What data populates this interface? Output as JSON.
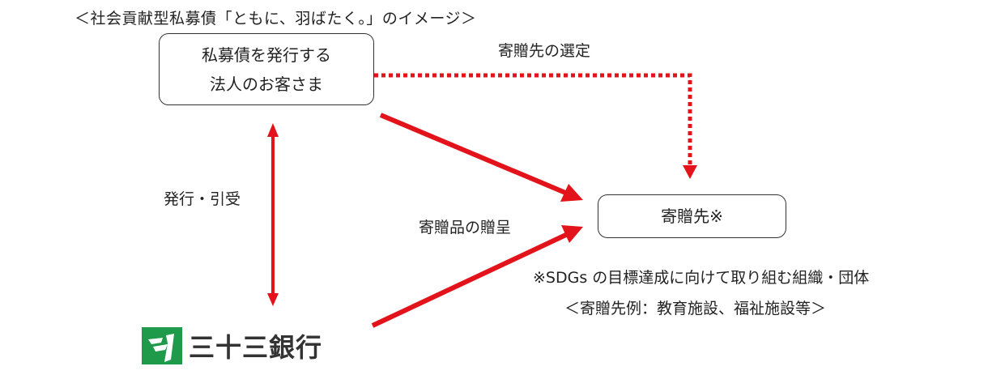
{
  "title": "＜社会貢献型私募債「ともに、羽ばたく。」のイメージ＞",
  "issuer": {
    "line1": "私募債を発行する",
    "line2": "法人のお客さま"
  },
  "recipient": {
    "label": "寄贈先※"
  },
  "labels": {
    "selection": "寄贈先の選定",
    "issue_underwrite": "発行・引受",
    "donation": "寄贈品の贈呈"
  },
  "notes": {
    "main": "※SDGs の目標達成に向けて取り組む組織・団体",
    "example": "＜寄贈先例：教育施設、福祉施設等＞"
  },
  "bank": {
    "name": "三十三銀行"
  },
  "colors": {
    "arrow": "#e3131b",
    "logo_green": "#1f9a4a"
  },
  "icons": {
    "bank_logo": "bank-logo-icon"
  }
}
